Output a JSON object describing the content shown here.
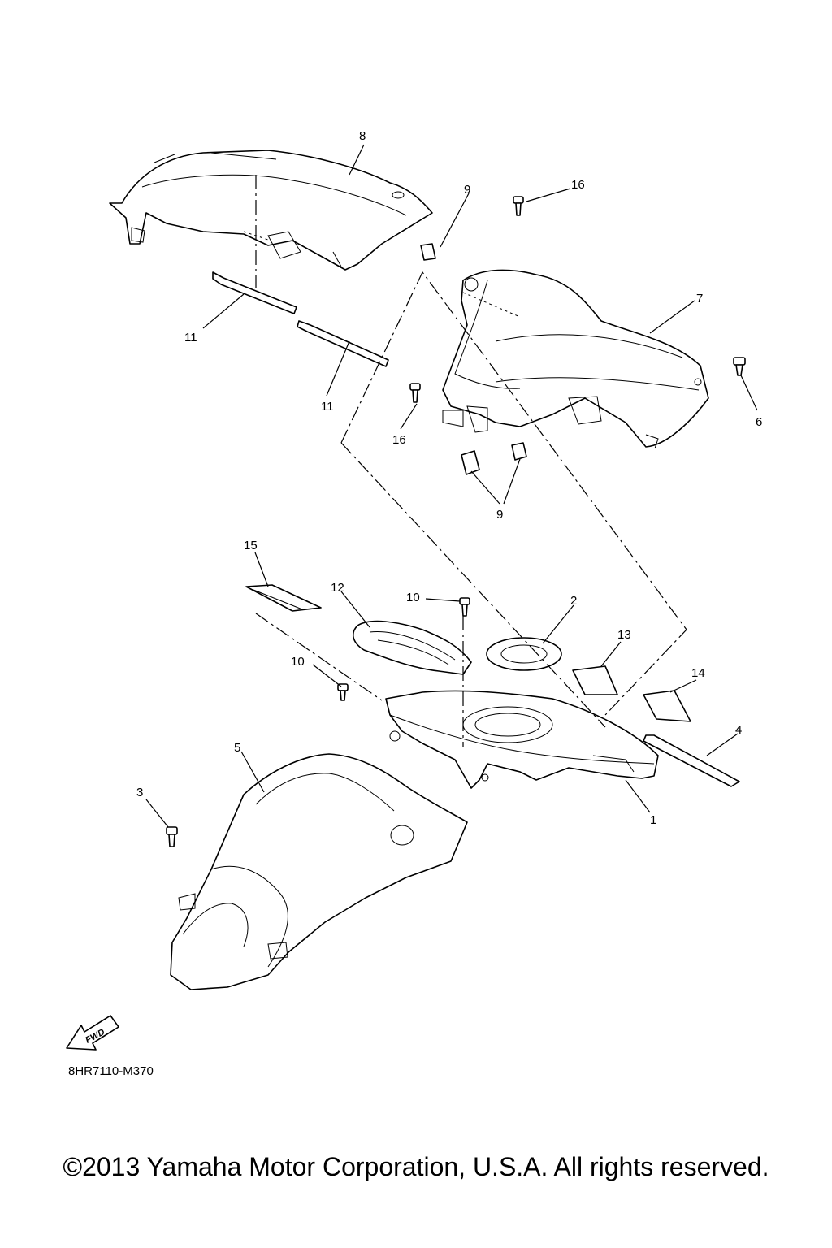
{
  "callouts": [
    "1",
    "2",
    "3",
    "4",
    "5",
    "6",
    "7",
    "8",
    "9",
    "9",
    "10",
    "10",
    "11",
    "11",
    "12",
    "13",
    "14",
    "15",
    "16",
    "16"
  ],
  "fwd_badge": "FWD",
  "diagram_code": "8HR7110-M370",
  "copyright": "©2013 Yamaha Motor Corporation, U.S.A. All rights reserved."
}
